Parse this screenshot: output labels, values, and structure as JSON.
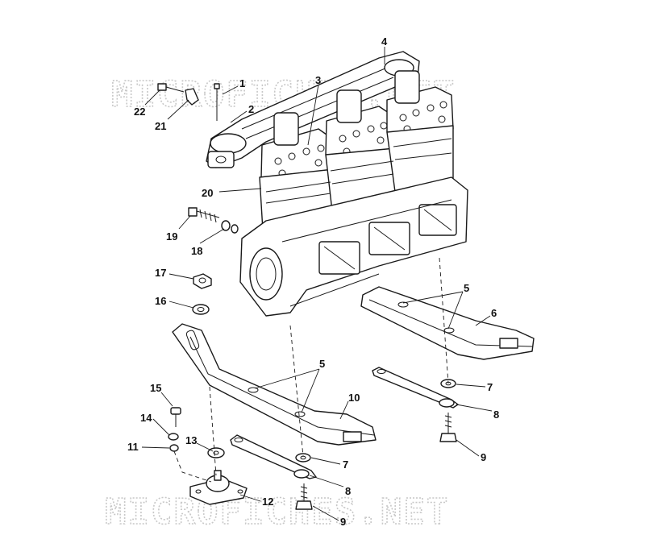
{
  "watermark": {
    "top_text": "MICROFICHES.NET",
    "bottom_text": "MICROFICHES.NET"
  },
  "callouts": [
    {
      "id": "c1",
      "label": "1"
    },
    {
      "id": "c2",
      "label": "2"
    },
    {
      "id": "c3",
      "label": "3"
    },
    {
      "id": "c4",
      "label": "4"
    },
    {
      "id": "c5a",
      "label": "5"
    },
    {
      "id": "c5b",
      "label": "5"
    },
    {
      "id": "c6",
      "label": "6"
    },
    {
      "id": "c7a",
      "label": "7"
    },
    {
      "id": "c7b",
      "label": "7"
    },
    {
      "id": "c8a",
      "label": "8"
    },
    {
      "id": "c8b",
      "label": "8"
    },
    {
      "id": "c9a",
      "label": "9"
    },
    {
      "id": "c9b",
      "label": "9"
    },
    {
      "id": "c10",
      "label": "10"
    },
    {
      "id": "c11",
      "label": "11"
    },
    {
      "id": "c12",
      "label": "12"
    },
    {
      "id": "c13",
      "label": "13"
    },
    {
      "id": "c14",
      "label": "14"
    },
    {
      "id": "c15",
      "label": "15"
    },
    {
      "id": "c16",
      "label": "16"
    },
    {
      "id": "c17",
      "label": "17"
    },
    {
      "id": "c18",
      "label": "18"
    },
    {
      "id": "c19",
      "label": "19"
    },
    {
      "id": "c20",
      "label": "20"
    },
    {
      "id": "c21",
      "label": "21"
    },
    {
      "id": "c22",
      "label": "22"
    }
  ]
}
